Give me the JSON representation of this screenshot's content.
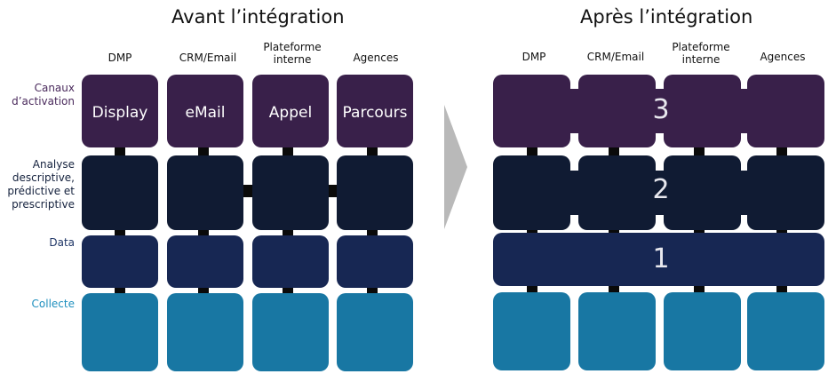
{
  "left": {
    "title": "Avant l’intégration",
    "columns": [
      "DMP",
      "CRM/Email",
      "Plateforme\ninterne",
      "Agences"
    ],
    "row_labels": {
      "canaux": "Canaux\nd’activation",
      "analyse": "Analyse\ndescriptive,\nprédictive et\nprescriptive",
      "data": "Data",
      "collecte": "Collecte"
    },
    "activation_labels": [
      "Display",
      "eMail",
      "Appel",
      "Parcours"
    ]
  },
  "right": {
    "title": "Après l’intégration",
    "columns": [
      "DMP",
      "CRM/Email",
      "Plateforme\ninterne",
      "Agences"
    ],
    "layer_numbers": {
      "canaux": "3",
      "analyse": "2",
      "data": "1"
    }
  },
  "colors": {
    "canaux": "#39204a",
    "analyse": "#101b33",
    "data": "#172753",
    "collecte": "#1877a3",
    "label_canaux": "#4a2a5c",
    "label_analyse": "#14213d",
    "label_data": "#1e3566",
    "label_collecte": "#1e8fbe",
    "arrow": "#b9b9b9"
  }
}
